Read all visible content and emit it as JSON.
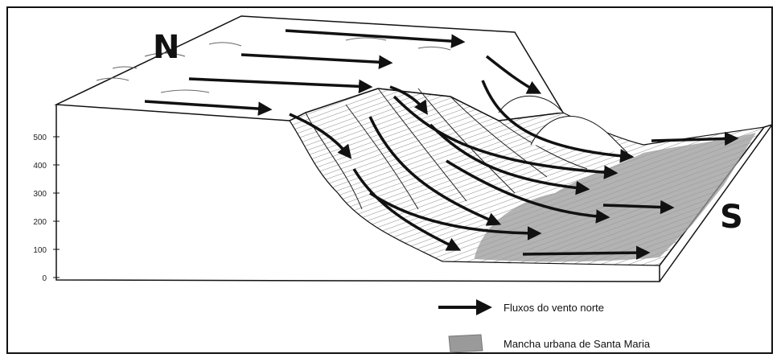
{
  "diagram": {
    "compass": {
      "north": "N",
      "south": "S"
    },
    "elevation_axis": {
      "ticks": [
        "0",
        "100",
        "200",
        "300",
        "400",
        "500"
      ]
    },
    "legend": {
      "items": [
        {
          "symbol": "arrow",
          "label": "Fluxos do vento norte"
        },
        {
          "symbol": "gray-patch",
          "label": "Mancha urbana de Santa Maria"
        }
      ]
    },
    "colors": {
      "outline": "#111111",
      "urban_area": "#9a9a9a",
      "background": "#ffffff"
    }
  }
}
